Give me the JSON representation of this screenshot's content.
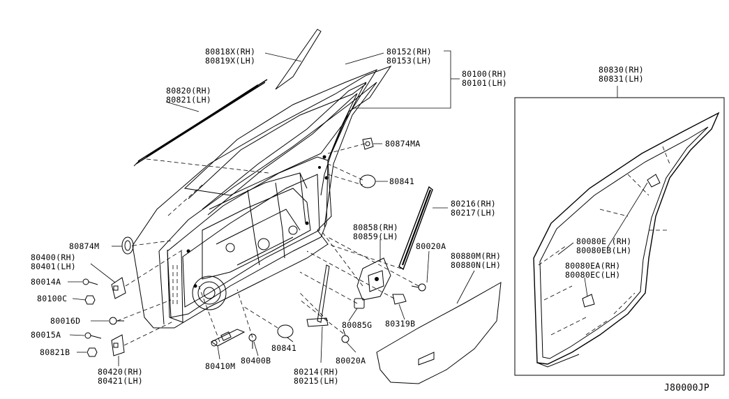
{
  "diagram_code": "J80000JP",
  "labels": {
    "p80818": "80818X(RH)",
    "p80819": "80819X(LH)",
    "p80152": "80152(RH)",
    "p80153": "80153(LH)",
    "p80100": "80100(RH)",
    "p80101": "80101(LH)",
    "p80820": "80820(RH)",
    "p80821": "80821(LH)",
    "p80874MA": "80874MA",
    "p80841a": "80841",
    "p80216": "80216(RH)",
    "p80217": "80217(LH)",
    "p80858": "80858(RH)",
    "p80859": "80859(LH)",
    "p80020Aa": "80020A",
    "p80880M": "80880M(RH)",
    "p80880N": "80880N(LH)",
    "p80874M": "80874M",
    "p80400": "80400(RH)",
    "p80401": "80401(LH)",
    "p80014A": "80014A",
    "p80100C": "80100C",
    "p80016D": "80016D",
    "p80015A": "80015A",
    "p80821B": "80821B",
    "p80420": "80420(RH)",
    "p80421": "80421(LH)",
    "p80410M": "80410M",
    "p80400B": "80400B",
    "p80841b": "80841",
    "p80214": "80214(RH)",
    "p80215": "80215(LH)",
    "p80020Ab": "80020A",
    "p80085G": "80085G",
    "p80319B": "80319B",
    "p80830": "80830(RH)",
    "p80831": "80831(LH)",
    "p80080E": "80080E (RH)",
    "p80080EB": "80080EB(LH)",
    "p80080EA": "80080EA(RH)",
    "p80080EC": "80080EC(LH)"
  }
}
